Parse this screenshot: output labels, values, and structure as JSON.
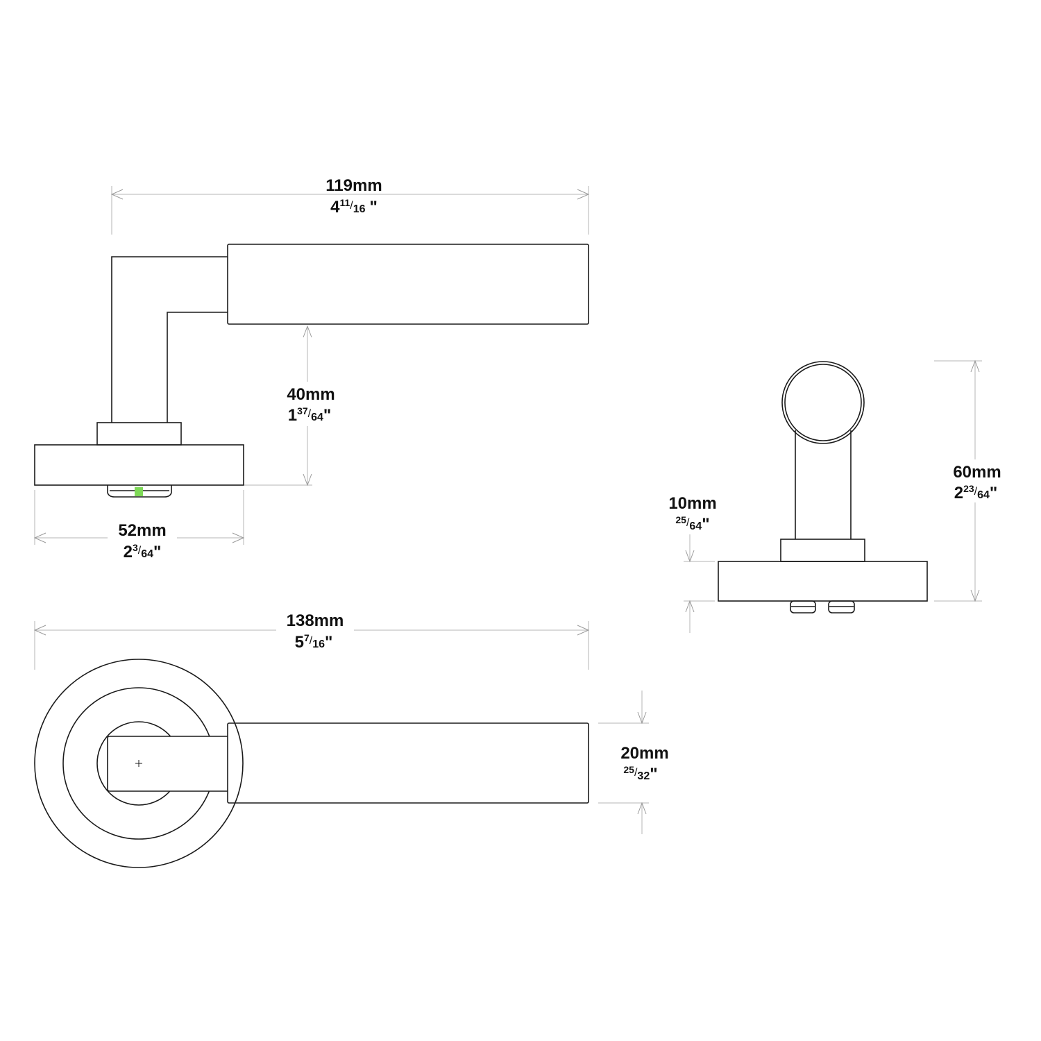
{
  "colors": {
    "outline": "#1a1a1a",
    "dimension_line": "#b5b5b5",
    "text": "#111111",
    "green_marker": "#7ed957"
  },
  "dimensions": {
    "lever_length": {
      "mm": "119mm",
      "inch_whole": "4",
      "inch_num": "11",
      "inch_den": "16",
      "inch_mark": "\""
    },
    "lever_height": {
      "mm": "40mm",
      "inch_whole": "1",
      "inch_num": "37",
      "inch_den": "64",
      "inch_mark": "\""
    },
    "rose_diameter": {
      "mm": "52mm",
      "inch_whole": "2",
      "inch_num": "3",
      "inch_den": "64",
      "inch_mark": "\""
    },
    "rose_thickness": {
      "mm": "10mm",
      "inch_whole": "",
      "inch_num": "25",
      "inch_den": "64",
      "inch_mark": "\""
    },
    "total_projection": {
      "mm": "60mm",
      "inch_whole": "2",
      "inch_num": "23",
      "inch_den": "64",
      "inch_mark": "\""
    },
    "overall_length": {
      "mm": "138mm",
      "inch_whole": "5",
      "inch_num": "7",
      "inch_den": "16",
      "inch_mark": "\""
    },
    "grip_width": {
      "mm": "20mm",
      "inch_whole": "",
      "inch_num": "25",
      "inch_den": "32",
      "inch_mark": "\""
    }
  }
}
